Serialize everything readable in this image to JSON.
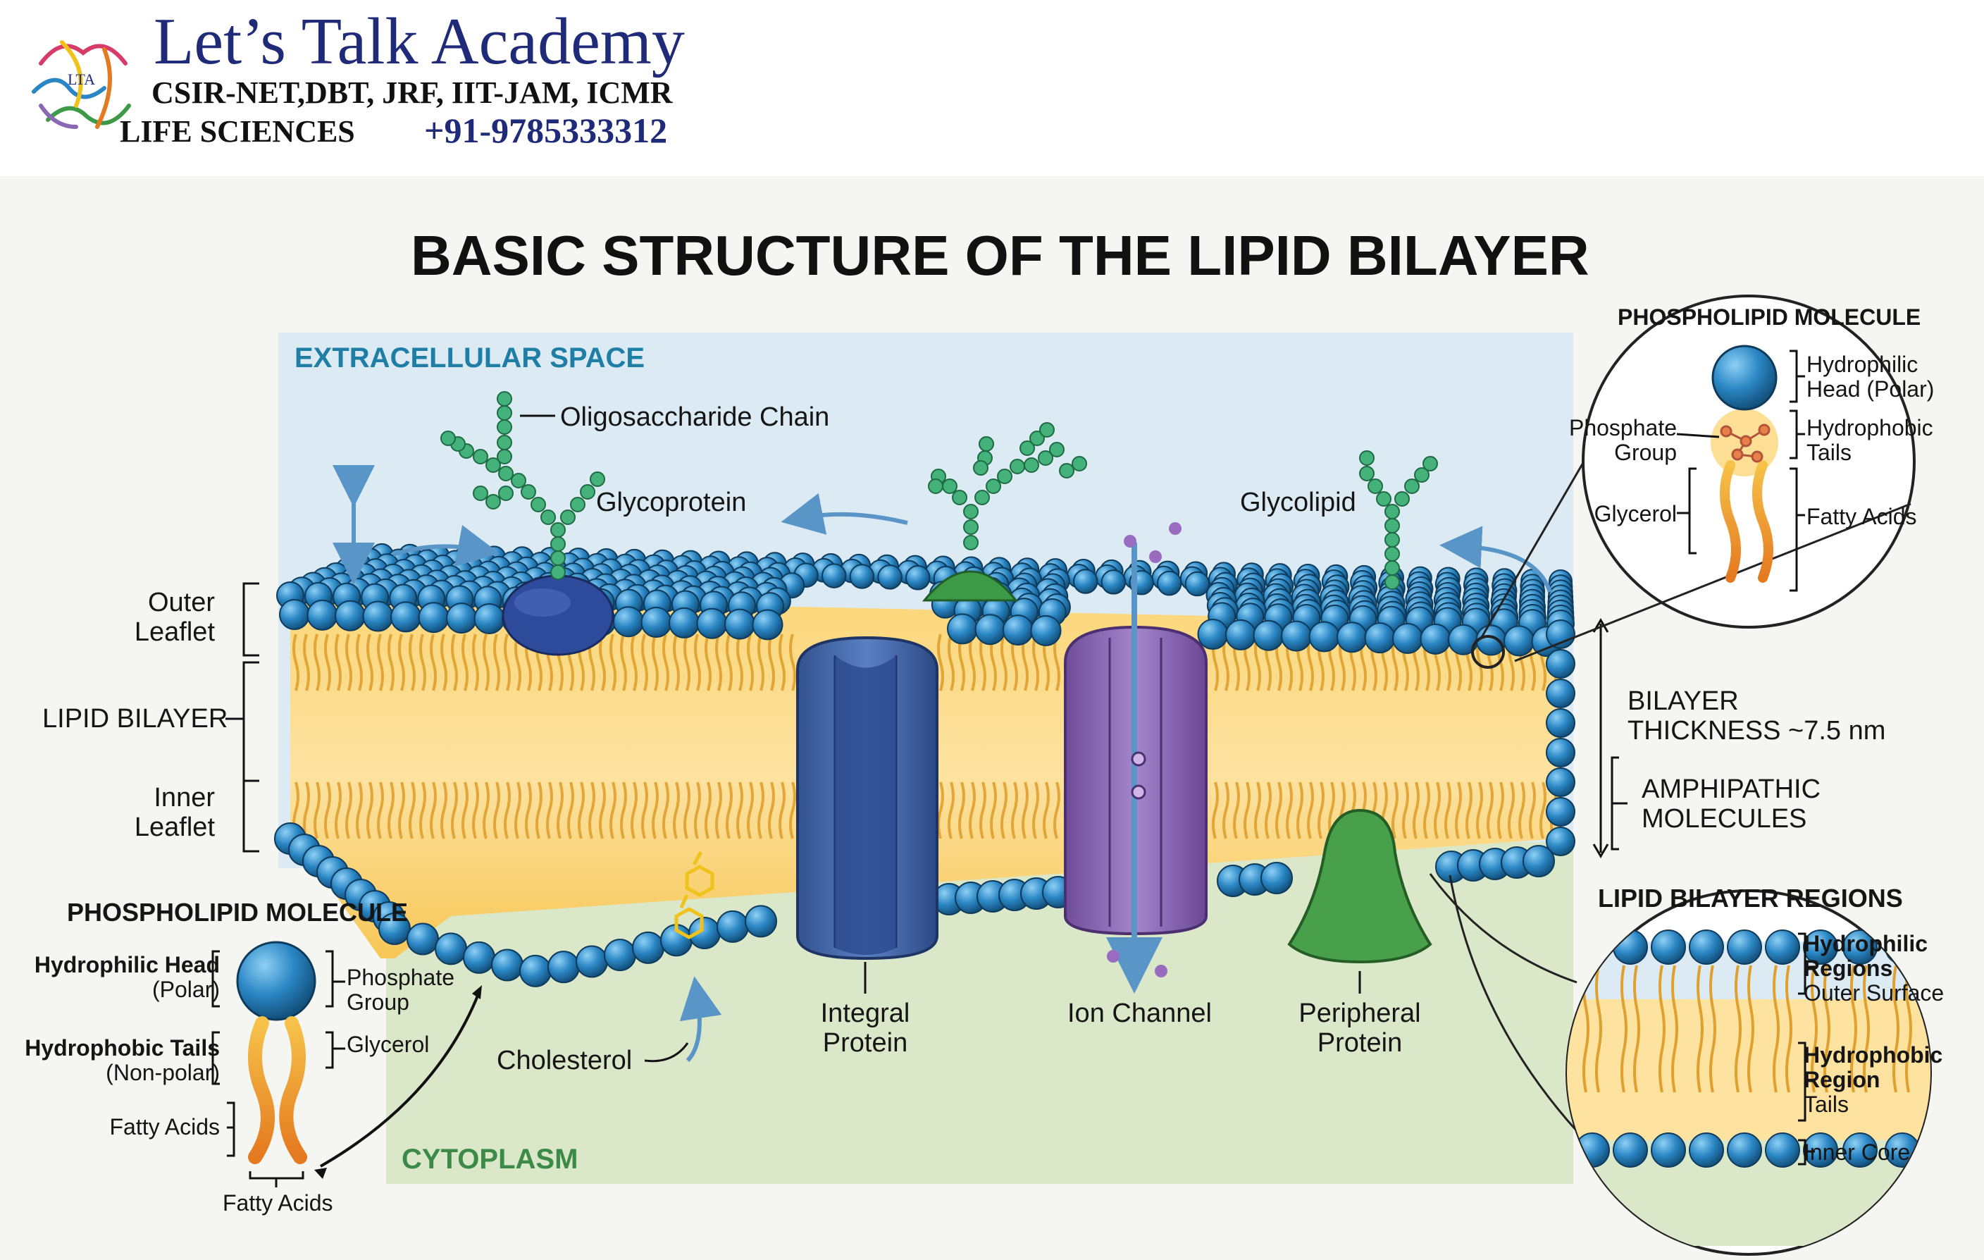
{
  "brand": {
    "name": "Let’s Talk Academy",
    "exams": "CSIR-NET,DBT, JRF, IIT-JAM, ICMR",
    "subject": "LIFE SCIENCES",
    "phone": "+91-9785333312",
    "logo_text": "LTA"
  },
  "diagram": {
    "title": "BASIC STRUCTURE OF THE LIPID BILAYER",
    "regions": {
      "extracellular": "EXTRACELLULAR SPACE",
      "cytoplasm": "CYTOPLASM"
    },
    "labels": {
      "oligosaccharide": "Oligosaccharide Chain",
      "glycoprotein": "Glycoprotein",
      "glycolipid": "Glycolipid",
      "outer_leaflet": [
        "Outer",
        "Leaflet"
      ],
      "lipid_bilayer": "LIPID BILAYER",
      "inner_leaflet": [
        "Inner",
        "Leaflet"
      ],
      "cholesterol": "Cholesterol",
      "integral_protein": [
        "Integral",
        "Protein"
      ],
      "ion_channel": "Ion Channel",
      "peripheral_protein": [
        "Peripheral",
        "Protein"
      ],
      "bilayer_thickness": [
        "BILAYER",
        "THICKNESS ~7.5 nm"
      ],
      "amphipathic": [
        "AMPHIPATHIC",
        "MOLECULES"
      ]
    },
    "left_inset": {
      "title": "PHOSPHOLIPID MOLECULE",
      "hydrophilic_head": "Hydrophilic Head",
      "polar": "(Polar)",
      "hydrophobic_tails": "Hydrophobic Tails",
      "non_polar": "(Non-polar)",
      "fatty_acids_side": "Fatty Acids",
      "phosphate_group": [
        "Phosphate",
        "Group"
      ],
      "glycerol": "Glycerol",
      "fatty_acids_bottom": "Fatty Acids"
    },
    "top_right_inset": {
      "title": "PHOSPHOLIPID MOLECULE",
      "hydrophilic_head": [
        "Hydrophilic",
        "Head (Polar)"
      ],
      "hydrophobic_tails": [
        "Hydrophobic",
        "Tails"
      ],
      "phosphate_group": [
        "Phosphate",
        "Group"
      ],
      "glycerol": "Glycerol",
      "fatty_acids": "Fatty Acids"
    },
    "bottom_right_inset": {
      "title": "LIPID BILAYER REGIONS",
      "hydrophilic": [
        "Hydrophilic",
        "Regions"
      ],
      "outer_surface": "Outer Surface",
      "hydrophobic": [
        "Hydrophobic",
        "Region"
      ],
      "tails": "Tails",
      "inner_core": "Inner Core"
    }
  },
  "colors": {
    "head_blue": "#2a86c4",
    "tail_gold": "#e6a22a",
    "core_yellow": "#fbd77a",
    "extracellular_bg": "#dcebf3",
    "cytoplasm_bg": "#dbe7c9",
    "glycoprotein": "#2e4a9a",
    "glycolipid_cap": "#3c9a46",
    "integral_protein": "#4e72b0",
    "ion_channel": "#8a68b4",
    "peripheral_protein": "#48a04a",
    "sugar_green": "#44b27a",
    "brand_navy": "#1f2a78"
  }
}
